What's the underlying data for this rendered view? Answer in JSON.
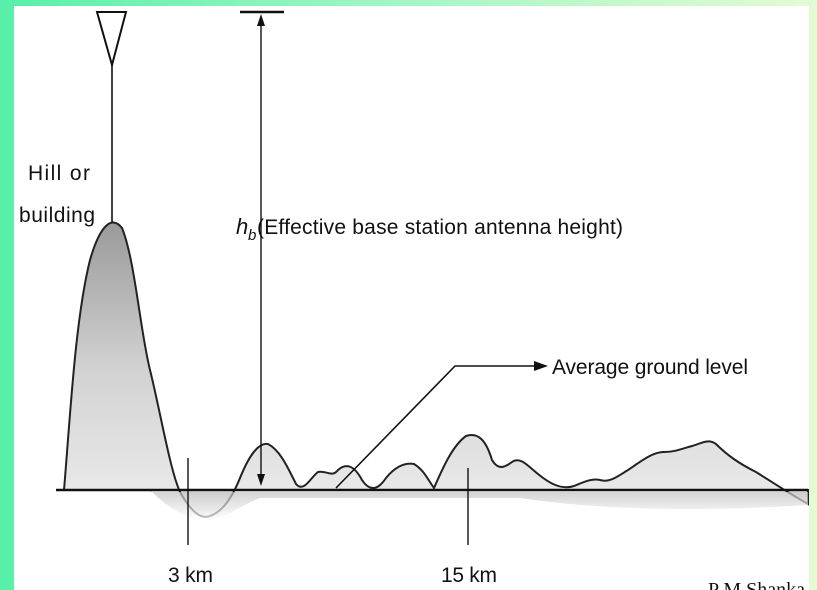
{
  "labels": {
    "hill_line1": "Hill or",
    "hill_line2": "building",
    "hb_symbol": "h",
    "hb_subscript": "b",
    "hb_text": " (Effective base station antenna height)",
    "avg_ground": "Average ground level",
    "km3": "3 km",
    "km15": "15 km",
    "credit": "P M Shanka"
  },
  "colors": {
    "slide_bg_left": "#57f0a8",
    "slide_bg_right": "#e4fbd4",
    "panel": "#ffffff",
    "terrain_fill": "#cfcfcf",
    "line": "#111111"
  }
}
